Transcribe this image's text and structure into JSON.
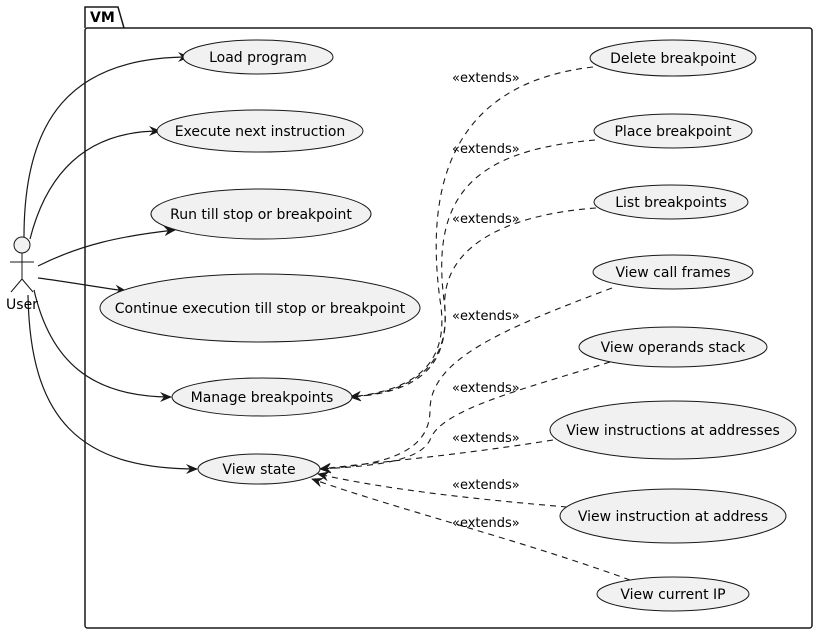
{
  "colors": {
    "usecase_fill": "#f1f1f1",
    "usecase_stroke": "#181818",
    "line": "#181818",
    "package_fill": "#ffffff"
  },
  "diagram": {
    "package": {
      "name": "VM"
    },
    "actor": {
      "name": "User",
      "icon": "stick-figure-icon"
    },
    "stereotype_label": "«extends»",
    "usecases": [
      {
        "id": "load-program",
        "label": "Load program"
      },
      {
        "id": "execute-next-instruction",
        "label": "Execute next instruction"
      },
      {
        "id": "run-till-stop",
        "label": "Run till stop or breakpoint"
      },
      {
        "id": "continue-execution",
        "label": "Continue execution till stop or breakpoint"
      },
      {
        "id": "manage-breakpoints",
        "label": "Manage breakpoints"
      },
      {
        "id": "view-state",
        "label": "View state"
      },
      {
        "id": "delete-breakpoint",
        "label": "Delete breakpoint"
      },
      {
        "id": "place-breakpoint",
        "label": "Place breakpoint"
      },
      {
        "id": "list-breakpoints",
        "label": "List breakpoints"
      },
      {
        "id": "view-call-frames",
        "label": "View call frames"
      },
      {
        "id": "view-operands-stack",
        "label": "View operands stack"
      },
      {
        "id": "view-instructions-at-addresses",
        "label": "View instructions at addresses"
      },
      {
        "id": "view-instruction-at-address",
        "label": "View instruction at address"
      },
      {
        "id": "view-current-ip",
        "label": "View current IP"
      }
    ],
    "associations": [
      {
        "from": "User",
        "to": "load-program"
      },
      {
        "from": "User",
        "to": "execute-next-instruction"
      },
      {
        "from": "User",
        "to": "run-till-stop"
      },
      {
        "from": "User",
        "to": "continue-execution"
      },
      {
        "from": "User",
        "to": "manage-breakpoints"
      },
      {
        "from": "User",
        "to": "view-state"
      }
    ],
    "extends": [
      {
        "from": "delete-breakpoint",
        "to": "manage-breakpoints"
      },
      {
        "from": "place-breakpoint",
        "to": "manage-breakpoints"
      },
      {
        "from": "list-breakpoints",
        "to": "manage-breakpoints"
      },
      {
        "from": "view-call-frames",
        "to": "view-state"
      },
      {
        "from": "view-operands-stack",
        "to": "view-state"
      },
      {
        "from": "view-instructions-at-addresses",
        "to": "view-state"
      },
      {
        "from": "view-instruction-at-address",
        "to": "view-state"
      },
      {
        "from": "view-current-ip",
        "to": "view-state"
      }
    ]
  }
}
